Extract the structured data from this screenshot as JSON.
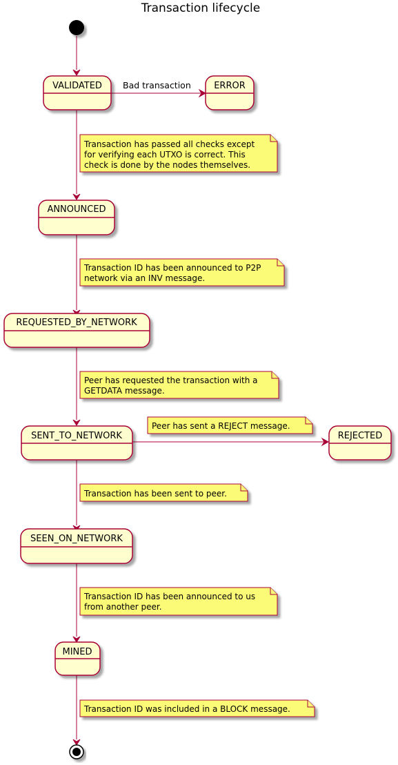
{
  "title": "Transaction lifecycle",
  "colors": {
    "state_fill": "#FEFECE",
    "state_border": "#A80036",
    "arrow": "#A80036",
    "note_fill": "#FBFB77",
    "note_border": "#A80036",
    "text": "#000000"
  },
  "states": {
    "validated": "VALIDATED",
    "error": "ERROR",
    "announced": "ANNOUNCED",
    "requested_by_network": "REQUESTED_BY_NETWORK",
    "sent_to_network": "SENT_TO_NETWORK",
    "rejected": "REJECTED",
    "seen_on_network": "SEEN_ON_NETWORK",
    "mined": "MINED"
  },
  "transitions": {
    "validated_to_error": "Bad transaction"
  },
  "notes": {
    "validated_to_announced": [
      "Transaction has passed all checks except",
      "for verifying each UTXO is correct. This",
      "check is done by the nodes themselves."
    ],
    "announced_to_requested": [
      "Transaction ID has been announced to P2P",
      "network via an INV message."
    ],
    "requested_to_sent": [
      "Peer has requested the transaction with a",
      "GETDATA message."
    ],
    "sent_to_rejected": [
      "Peer has sent a REJECT message."
    ],
    "sent_to_seen": [
      "Transaction has been sent to peer."
    ],
    "seen_to_mined": [
      "Transaction ID has been announced to us",
      "from another peer."
    ],
    "mined_to_end": [
      "Transaction ID was included in a BLOCK message."
    ]
  }
}
